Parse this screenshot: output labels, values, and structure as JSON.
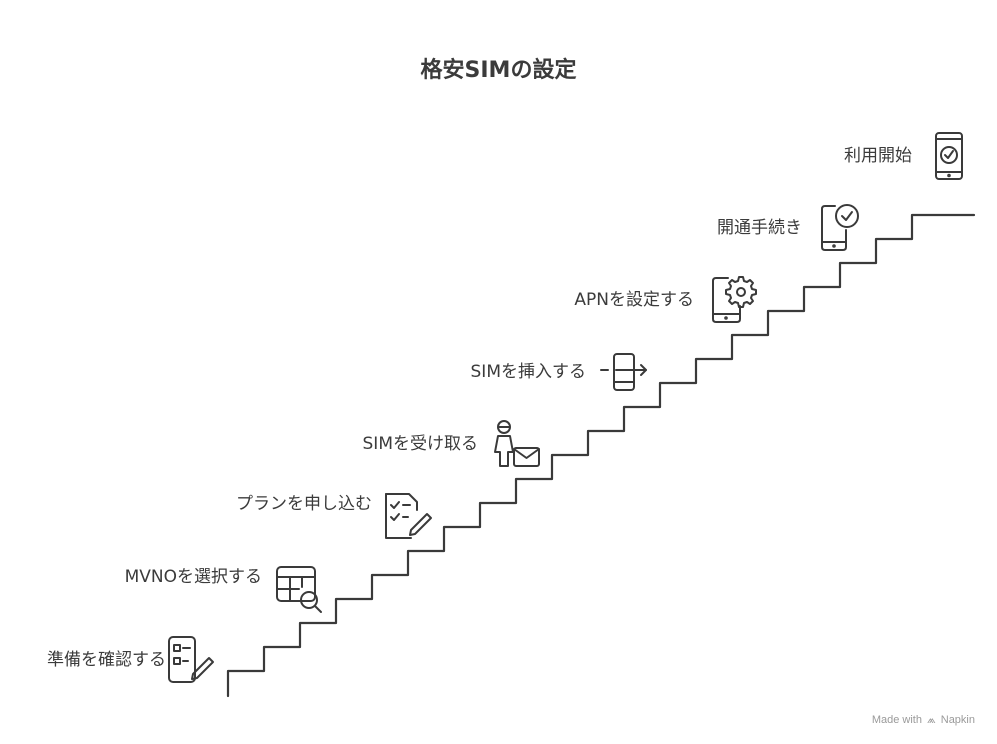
{
  "title": "格安SIMの設定",
  "steps": [
    {
      "label": "準備を確認する",
      "icon": "checklist-edit-icon"
    },
    {
      "label": "MVNOを選択する",
      "icon": "table-search-icon"
    },
    {
      "label": "プランを申し込む",
      "icon": "document-sign-icon"
    },
    {
      "label": "SIMを受け取る",
      "icon": "person-receive-mail-icon"
    },
    {
      "label": "SIMを挿入する",
      "icon": "phone-insert-icon"
    },
    {
      "label": "APNを設定する",
      "icon": "phone-settings-icon"
    },
    {
      "label": "開通手続き",
      "icon": "phone-check-badge-icon"
    },
    {
      "label": "利用開始",
      "icon": "phone-check-screen-icon"
    }
  ],
  "footer": {
    "made_with": "Made with",
    "brand": "Napkin"
  },
  "colors": {
    "stroke": "#3a3a3a",
    "text": "#3b3b3b",
    "footer": "#9a9a9a"
  }
}
